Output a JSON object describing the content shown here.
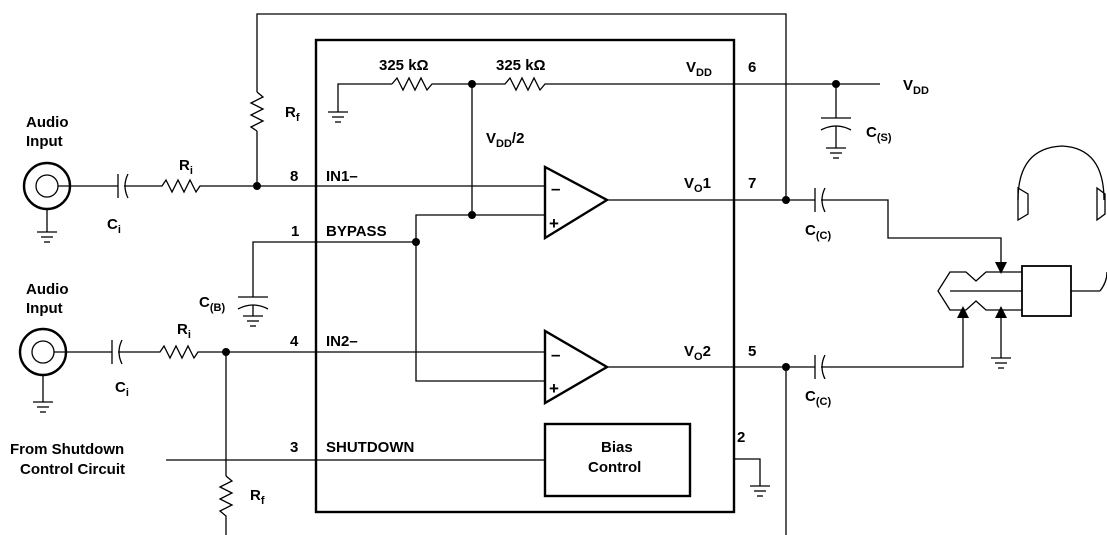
{
  "labels": {
    "res1": "325 kΩ",
    "res2": "325 kΩ",
    "vdd_pin6": "V",
    "vdd_pin6_sub": "DD",
    "vdd_rail": "V",
    "vdd_rail_sub": "DD",
    "vdd_half": "V",
    "vdd_half_sub": "DD",
    "vdd_half_suffix": "/2",
    "cs": "C",
    "cs_sub": "(S)",
    "rf_top": "R",
    "rf_top_sub": "f",
    "rf_bottom": "R",
    "rf_bottom_sub": "f",
    "ri_top": "R",
    "ri_top_sub": "i",
    "ri_bottom": "R",
    "ri_bottom_sub": "i",
    "ci_top": "C",
    "ci_top_sub": "i",
    "ci_bottom": "C",
    "ci_bottom_sub": "i",
    "cb": "C",
    "cb_sub": "(B)",
    "cc1": "C",
    "cc1_sub": "(C)",
    "cc2": "C",
    "cc2_sub": "(C)",
    "audio_input_1a": "Audio",
    "audio_input_1b": "Input",
    "audio_input_2a": "Audio",
    "audio_input_2b": "Input",
    "in1": "IN1–",
    "in2": "IN2–",
    "bypass": "BYPASS",
    "shutdown": "SHUTDOWN",
    "vo1": "V",
    "vo1_sub": "O",
    "vo1_suffix": "1",
    "vo2": "V",
    "vo2_sub": "O",
    "vo2_suffix": "2",
    "bias_a": "Bias",
    "bias_b": "Control",
    "from_shutdown_a": "From Shutdown",
    "from_shutdown_b": "Control Circuit",
    "minus": "–",
    "plus": "+"
  },
  "pins": {
    "p6": "6",
    "p8": "8",
    "p1": "1",
    "p4": "4",
    "p3": "3",
    "p7": "7",
    "p5": "5",
    "p2": "2"
  }
}
